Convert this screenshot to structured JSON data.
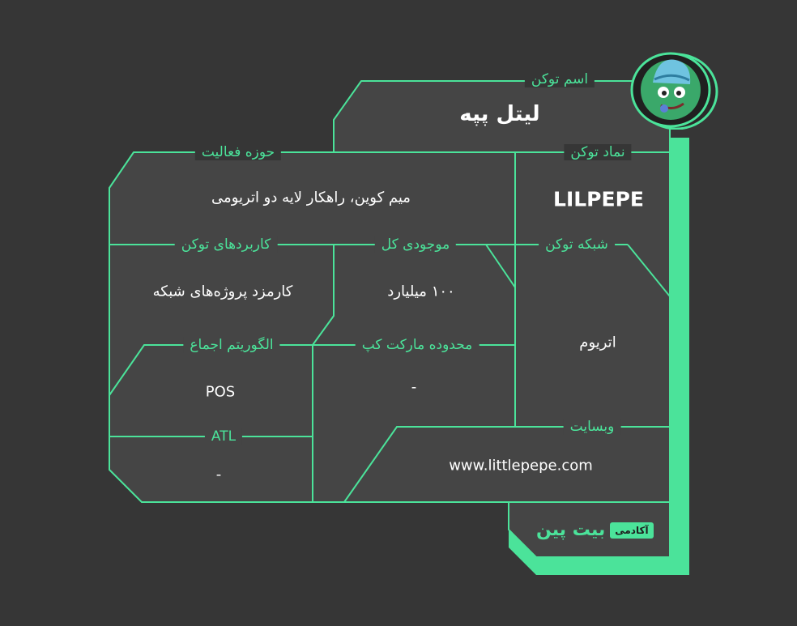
{
  "labels": {
    "token_name": "اسم توکن",
    "token_symbol": "نماد توکن",
    "field": "حوزه فعالیت",
    "use_cases": "کاربردهای توکن",
    "total_supply": "موجودی کل",
    "network": "شبکه توکن",
    "consensus": "الگوریتم اجماع",
    "market_cap_range": "محدوده مارکت کپ",
    "atl": "ATL",
    "website": "وبسایت"
  },
  "values": {
    "token_name": "لیتل پپه",
    "token_symbol": "LILPEPE",
    "field": "میم کوین، راهکار لایه دو اتریومی",
    "use_cases": "کارمزد پروژه‌های شبکه",
    "total_supply": "۱۰۰ میلیارد",
    "network": "اتریوم",
    "consensus": "POS",
    "market_cap_range": "-",
    "atl": "-",
    "website": "www.littlepepe.com"
  },
  "brand": {
    "name": "بیت پین",
    "badge": "آکادمی"
  },
  "icons": [
    "pepe-logo-icon"
  ],
  "colors": {
    "background": "#363636",
    "panel": "#454545",
    "accent": "#4BE39A",
    "text": "#ffffff"
  }
}
